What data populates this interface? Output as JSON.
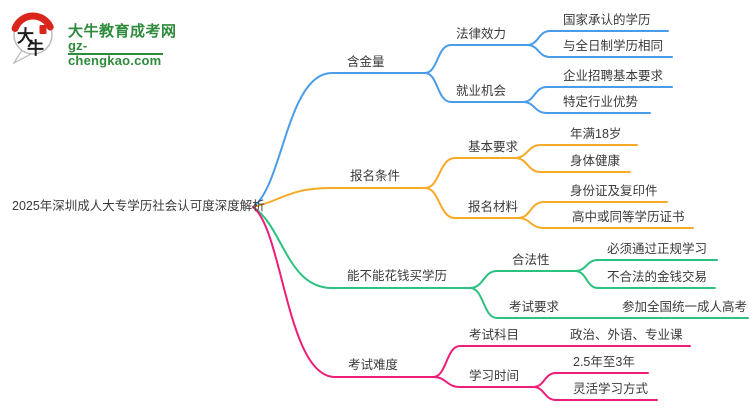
{
  "colors": {
    "text": "#3A3A3A",
    "blue": "#4A9BE8",
    "orange": "#F7A928",
    "green": "#2BC17F",
    "pink": "#EE1D77",
    "logo_green": "#2E8B3C",
    "logo_red": "#D9251C",
    "bubble_border": "#B9B9B9"
  },
  "logo": {
    "icon_char_1": "大",
    "icon_char_2": "牛",
    "title": "大牛教育成考网",
    "domain": "gz-chengkao.com"
  },
  "root": {
    "label": "2025年深圳成人大专学历社会认可度深度解析"
  },
  "branches": [
    {
      "label": "含金量",
      "color": "#4A9BE8",
      "children": [
        {
          "label": "法律效力",
          "children": [
            {
              "label": "国家承认的学历"
            },
            {
              "label": "与全日制学历相同"
            }
          ]
        },
        {
          "label": "就业机会",
          "children": [
            {
              "label": "企业招聘基本要求"
            },
            {
              "label": "特定行业优势"
            }
          ]
        }
      ]
    },
    {
      "label": "报名条件",
      "color": "#F7A928",
      "children": [
        {
          "label": "基本要求",
          "children": [
            {
              "label": "年满18岁"
            },
            {
              "label": "身体健康"
            }
          ]
        },
        {
          "label": "报名材料",
          "children": [
            {
              "label": "身份证及复印件"
            },
            {
              "label": "高中或同等学历证书"
            }
          ]
        }
      ]
    },
    {
      "label": "能不能花钱买学历",
      "color": "#2BC17F",
      "children": [
        {
          "label": "合法性",
          "children": [
            {
              "label": "必须通过正规学习"
            },
            {
              "label": "不合法的金钱交易"
            }
          ]
        },
        {
          "label": "考试要求",
          "children": [
            {
              "label": "参加全国统一成人高考"
            }
          ]
        }
      ]
    },
    {
      "label": "考试难度",
      "color": "#EE1D77",
      "children": [
        {
          "label": "考试科目",
          "children": [
            {
              "label": "政治、外语、专业课"
            }
          ]
        },
        {
          "label": "学习时间",
          "children": [
            {
              "label": "2.5年至3年"
            },
            {
              "label": "灵活学习方式"
            }
          ]
        }
      ]
    }
  ]
}
